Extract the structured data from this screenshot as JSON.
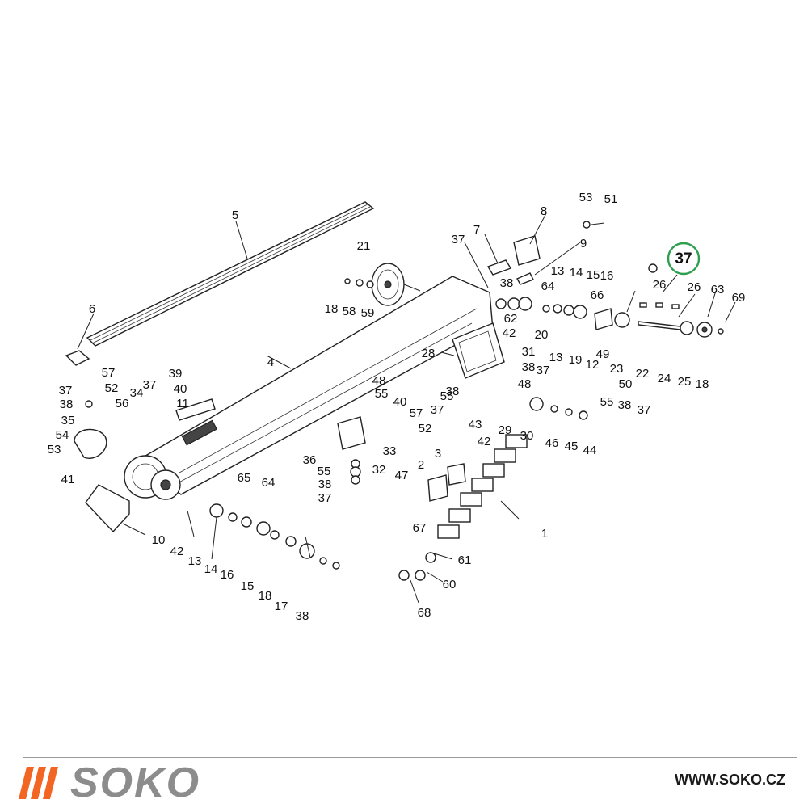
{
  "brand": {
    "name": "SOKO",
    "website": "WWW.SOKO.CZ",
    "accent_color": "#f26522",
    "text_color": "#8c8c8c"
  },
  "diagram": {
    "highlighted_callout": "37",
    "highlight_color": "#2e9e4f",
    "callouts": [
      "53",
      "51",
      "8",
      "7",
      "37",
      "9",
      "5",
      "21",
      "13",
      "14",
      "15",
      "16",
      "38",
      "64",
      "66",
      "26",
      "26",
      "63",
      "69",
      "6",
      "18",
      "58",
      "59",
      "62",
      "42",
      "20",
      "13",
      "19",
      "49",
      "23",
      "22",
      "24",
      "25",
      "18",
      "12",
      "50",
      "28",
      "31",
      "38",
      "37",
      "4",
      "48",
      "55",
      "48",
      "39",
      "57",
      "52",
      "40",
      "11",
      "37",
      "38",
      "56",
      "34",
      "37",
      "55",
      "38",
      "37",
      "40",
      "57",
      "52",
      "43",
      "29",
      "30",
      "46",
      "45",
      "44",
      "55",
      "38",
      "37",
      "42",
      "35",
      "54",
      "53",
      "36",
      "33",
      "32",
      "55",
      "38",
      "37",
      "3",
      "2",
      "47",
      "67",
      "41",
      "65",
      "64",
      "42",
      "13",
      "14",
      "16",
      "15",
      "18",
      "17",
      "38",
      "10",
      "61",
      "60",
      "68",
      "1"
    ]
  }
}
